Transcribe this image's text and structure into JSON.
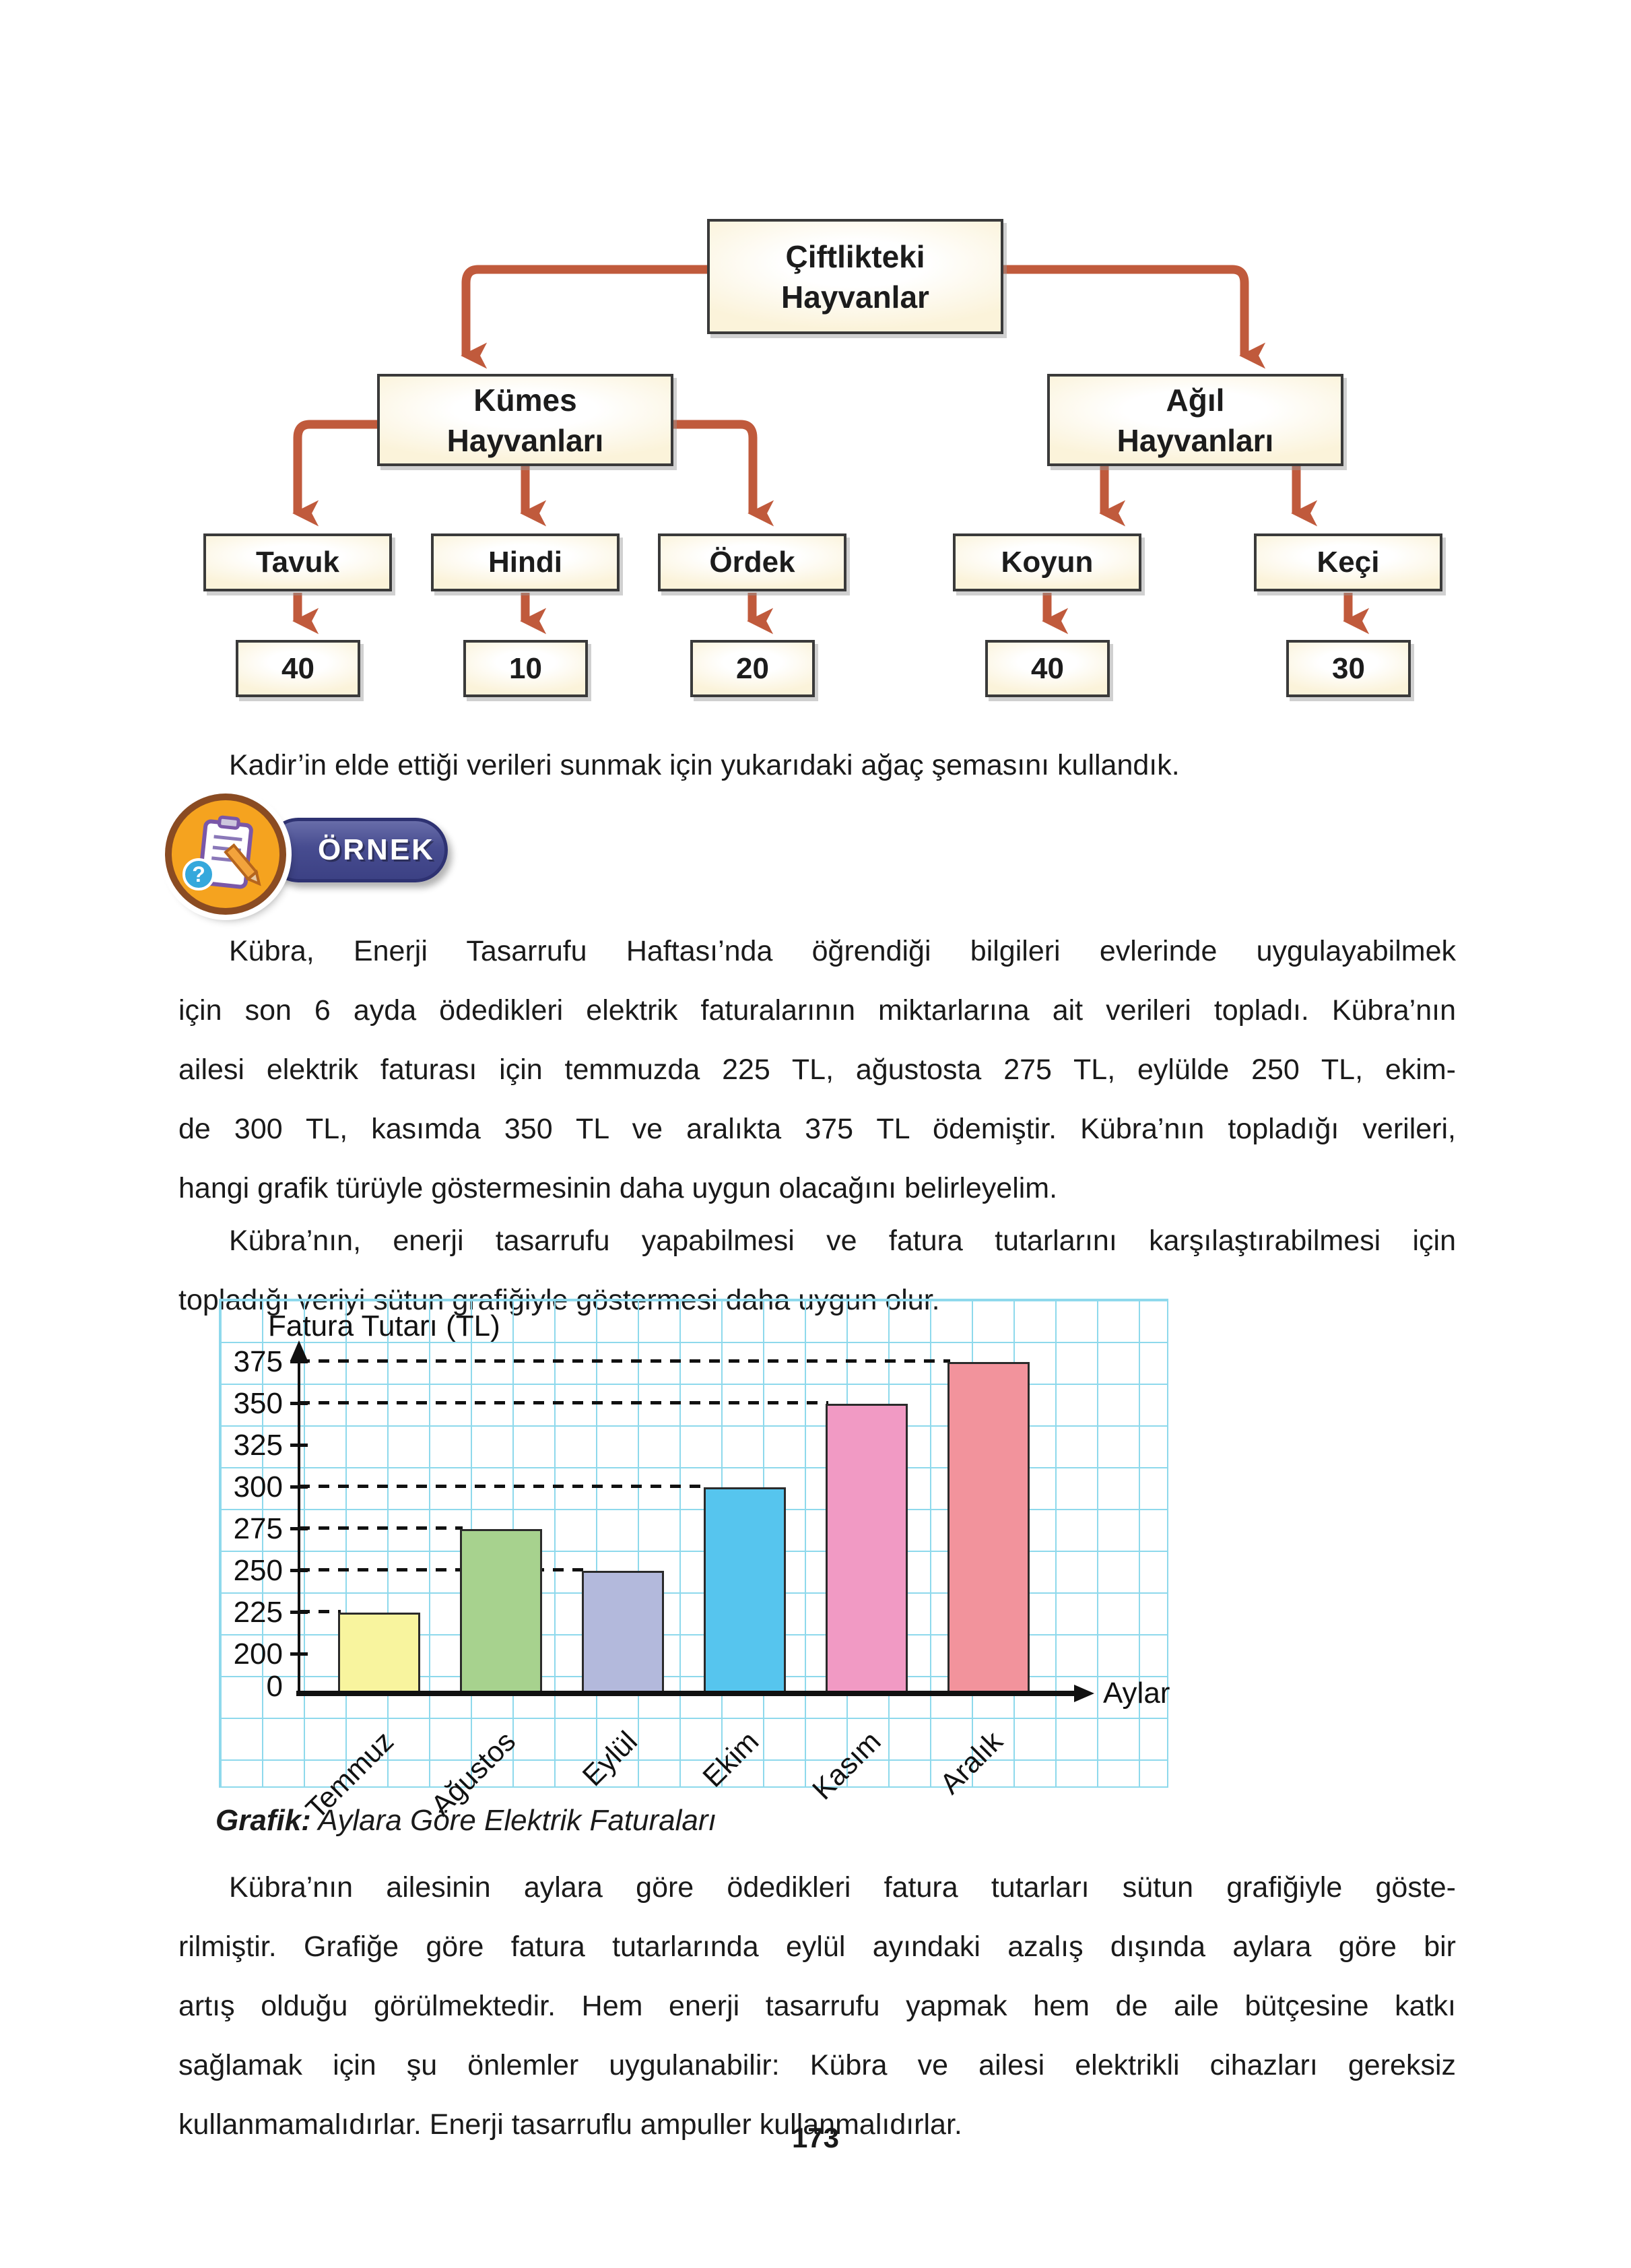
{
  "page": {
    "number": "173"
  },
  "tree": {
    "arrow_color": "#c05a3c",
    "root": {
      "line1": "Çiftlikteki",
      "line2": "Hayvanlar"
    },
    "branches": [
      {
        "line1": "Kümes",
        "line2": "Hayvanları"
      },
      {
        "line1": "Ağıl",
        "line2": "Hayvanları"
      }
    ],
    "leaves": [
      "Tavuk",
      "Hindi",
      "Ördek",
      "Koyun",
      "Keçi"
    ],
    "values": [
      "40",
      "10",
      "20",
      "40",
      "30"
    ]
  },
  "tree_sentence": "Kadir’in elde ettiği verileri sunmak için yukarıdaki ağaç şemasını kullandık.",
  "example_badge": {
    "label": "ÖRNEK"
  },
  "paragraph1_lines": [
    "Kübra, Enerji Tasarrufu Haftası’nda öğrendiği bilgileri evlerinde uygulayabilmek",
    "için son 6 ayda ödedikleri elektrik faturalarının miktarlarına ait verileri topladı. Kübra’nın",
    "ailesi elektrik faturası için temmuzda 225 TL, ağustosta 275 TL, eylülde 250 TL, ekim-",
    "de 300 TL, kasımda 350 TL ve aralıkta 375 TL ödemiştir. Kübra’nın topladığı verileri,",
    "hangi grafik türüyle göstermesinin daha uygun olacağını belirleyelim."
  ],
  "paragraph2_lines": [
    "Kübra’nın, enerji tasarrufu yapabilmesi ve fatura tutarlarını karşılaştırabilmesi için",
    "topladığı veriyi sütun grafiğiyle göstermesi daha uygun olur."
  ],
  "chart_data": {
    "type": "bar",
    "title": "Aylara Göre Elektrik Faturaları",
    "ylabel": "Fatura Tutarı (TL)",
    "xlabel": "Aylar",
    "categories": [
      "Temmuz",
      "Ağustos",
      "Eylül",
      "Ekim",
      "Kasım",
      "Aralık"
    ],
    "values": [
      225,
      275,
      250,
      300,
      350,
      375
    ],
    "bar_colors": [
      "#f8f49e",
      "#a7d28e",
      "#b3b9dc",
      "#56c5ee",
      "#f19ac4",
      "#f2939c"
    ],
    "yticks": [
      375,
      350,
      325,
      300,
      275,
      250,
      225,
      200,
      0
    ],
    "ylim": [
      0,
      400
    ],
    "grid": true,
    "grid_color": "#8ed9ec",
    "legend_position": "none",
    "caption_bold": "Grafik:",
    "caption_text": " Aylara Göre Elektrik Faturaları"
  },
  "paragraph3_lines": [
    "Kübra’nın ailesinin aylara göre ödedikleri fatura tutarları sütun grafiğiyle göste-",
    "rilmiştir. Grafiğe göre fatura tutarlarında eylül ayındaki azalış dışında aylara göre bir",
    "artış olduğu görülmektedir. Hem enerji tasarrufu yapmak hem de aile bütçesine katkı",
    "sağlamak için şu önlemler uygulanabilir: Kübra ve ailesi elektrikli cihazları gereksiz",
    "kullanmamalıdırlar. Enerji tasarruflu ampuller kullanmalıdırlar."
  ]
}
